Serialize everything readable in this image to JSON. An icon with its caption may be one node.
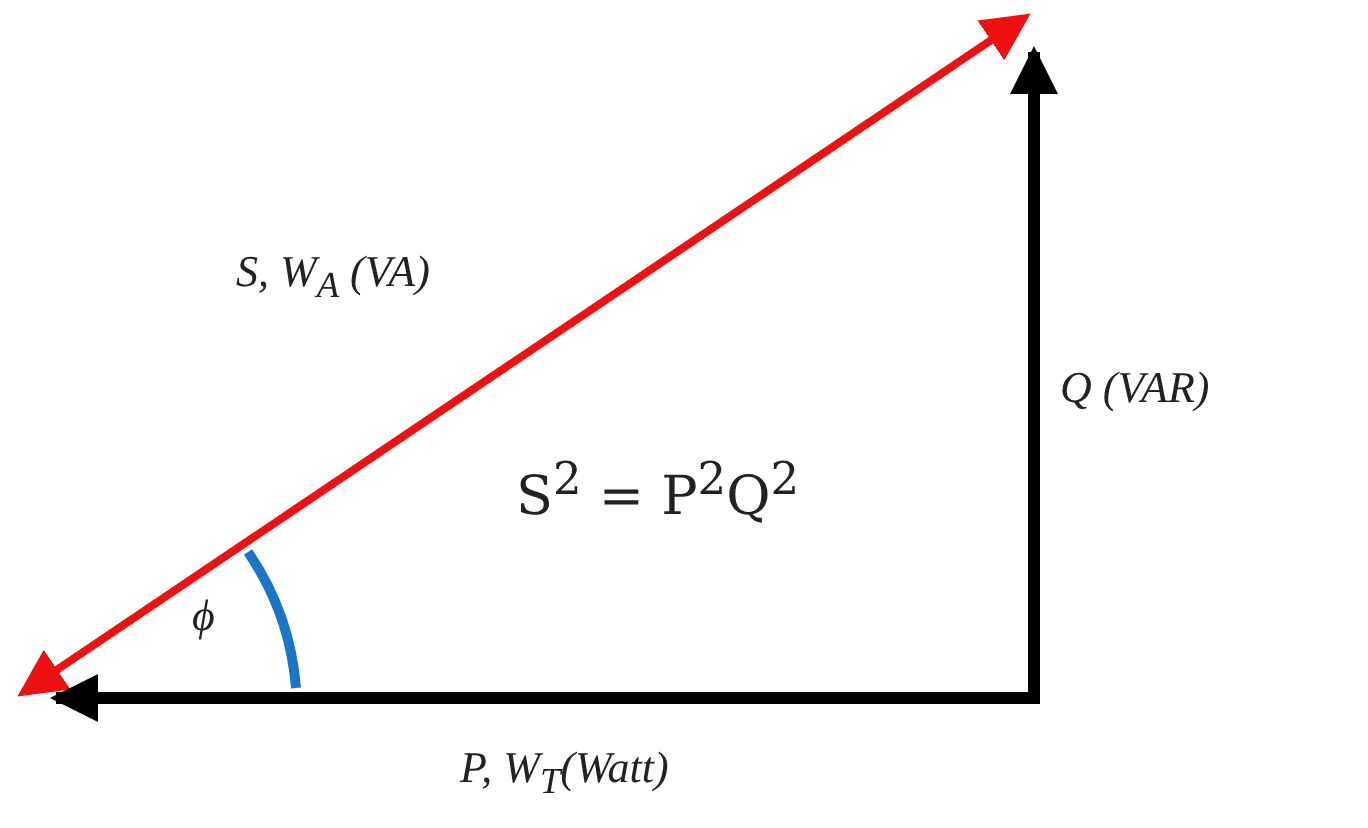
{
  "diagram": {
    "labels": [
      "S, W$_{A}$ (VA)",
      "Q (VAR)",
      "S$^{2}$ = P$^{2}$Q$^{2}$",
      "ϕ",
      "P, W$_{T}$(Watt)"
    ]
  }
}
